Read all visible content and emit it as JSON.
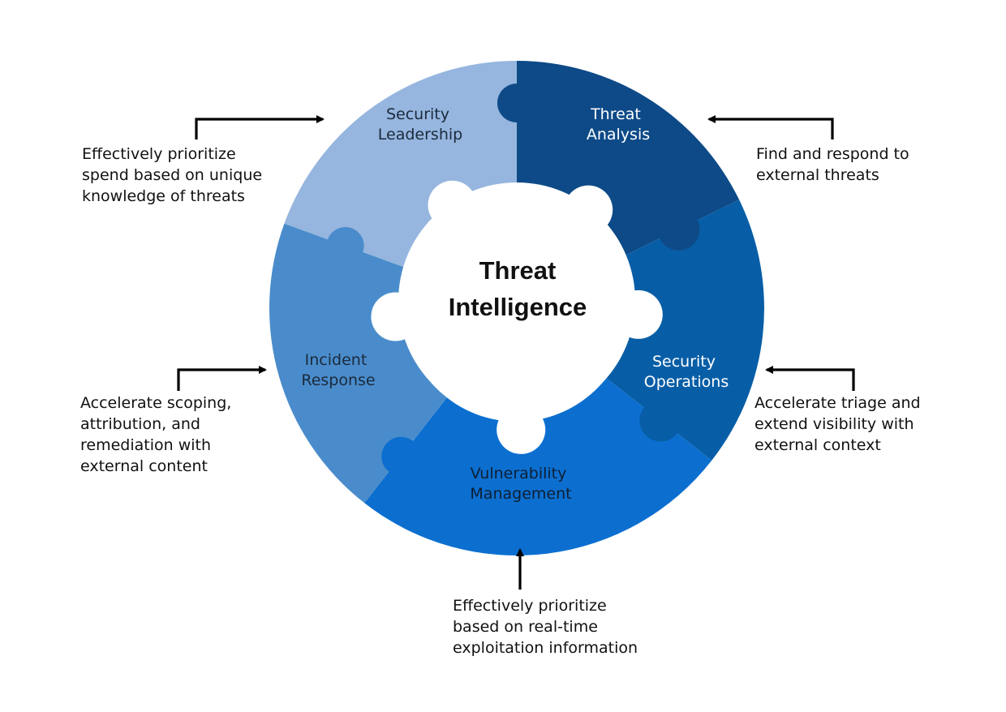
{
  "center": {
    "line1": "Threat",
    "line2": "Intelligence"
  },
  "segments": {
    "security_leadership": {
      "line1": "Security",
      "line2": "Leadership",
      "color": "#96B6DF",
      "text_color": "#1B2A3C"
    },
    "threat_analysis": {
      "line1": "Threat",
      "line2": "Analysis",
      "color": "#0D4A87",
      "text_color": "#FFFFFF"
    },
    "security_operations": {
      "line1": "Security",
      "line2": "Operations",
      "color": "#085EA6",
      "text_color": "#FFFFFF"
    },
    "vulnerability_management": {
      "line1": "Vulnerability",
      "line2": "Management",
      "color": "#0C6FD0",
      "text_color": "#0E1F33"
    },
    "incident_response": {
      "line1": "Incident",
      "line2": "Response",
      "color": "#4A8CCB",
      "text_color": "#1B2A3C"
    }
  },
  "annotations": {
    "leadership": [
      "Effectively prioritize",
      "spend based on unique",
      "knowledge of threats"
    ],
    "analysis": [
      "Find and respond to",
      "external threats"
    ],
    "operations": [
      "Accelerate triage and",
      "extend visibility with",
      "external context"
    ],
    "incident": [
      "Accelerate scoping,",
      "attribution, and",
      "remediation with",
      "external content"
    ],
    "vulnerability": [
      "Effectively prioritize",
      "based on real-time",
      "exploitation information"
    ]
  }
}
